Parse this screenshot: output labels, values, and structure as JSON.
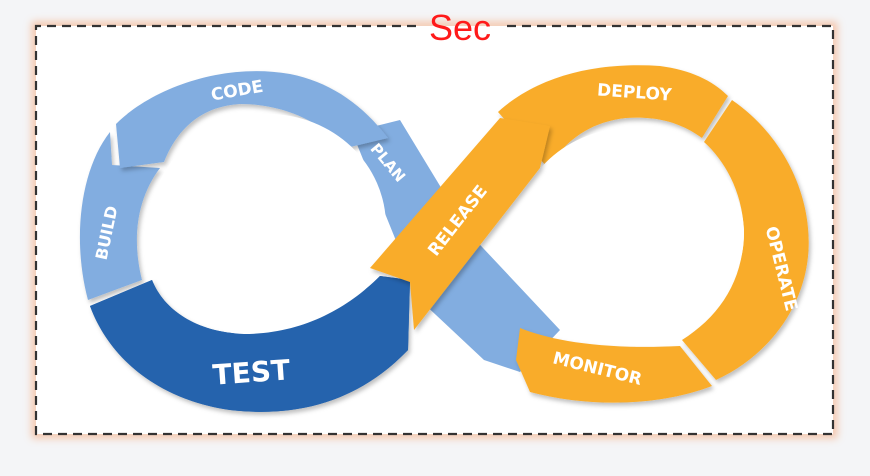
{
  "title": "Sec",
  "segments": {
    "code": "CODE",
    "build": "BUILD",
    "test": "TEST",
    "plan": "PLAN",
    "release": "RELEASE",
    "deploy": "DEPLOY",
    "operate": "OPERATE",
    "monitor": "MONITOR"
  },
  "colors": {
    "light_blue": "#82ade0",
    "dark_blue": "#2563ad",
    "orange": "#f9ac2c",
    "title_red": "#ff1a1a",
    "frame_orange": "#f5a070",
    "frame_dash": "#333333"
  }
}
